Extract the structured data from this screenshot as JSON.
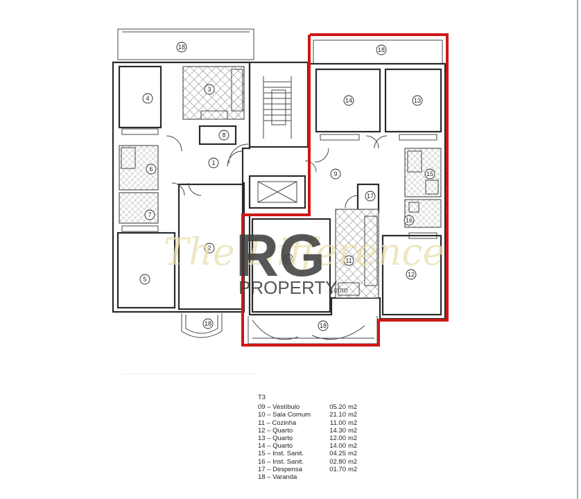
{
  "rooms": {
    "r1": "1",
    "r2": "2",
    "r3": "3",
    "r4": "4",
    "r5": "5",
    "r6": "6",
    "r7": "7",
    "r8": "8",
    "r9": "9",
    "r10": "10",
    "r11": "11",
    "r12": "12",
    "r13": "13",
    "r14": "14",
    "r15": "15",
    "r16": "16",
    "r17": "17",
    "r18": "18"
  },
  "watermark": {
    "script": "The Difference",
    "logo": "RG",
    "brand": "PROPERTY",
    "suffix": ".com"
  },
  "legend": {
    "title": "T3",
    "items": [
      {
        "label": "09 – Vestíbulo",
        "value": "05.20",
        "unit": "m2"
      },
      {
        "label": "10 – Sala Comum",
        "value": "21.10",
        "unit": "m2"
      },
      {
        "label": "11 – Cozinha",
        "value": "11.00",
        "unit": "m2"
      },
      {
        "label": "12 – Quarto",
        "value": "14.30",
        "unit": "m2"
      },
      {
        "label": "13 – Quarto",
        "value": "12.00",
        "unit": "m2"
      },
      {
        "label": "14 – Quarto",
        "value": "14.00",
        "unit": "m2"
      },
      {
        "label": "15 – Inst. Sanit.",
        "value": "04.25",
        "unit": "m2"
      },
      {
        "label": "16 – Inst. Sanit.",
        "value": "02.80",
        "unit": "m2"
      },
      {
        "label": "17 – Despensa",
        "value": "01.70",
        "unit": "m2"
      },
      {
        "label": "18 – Varanda",
        "value": "",
        "unit": ""
      }
    ]
  }
}
